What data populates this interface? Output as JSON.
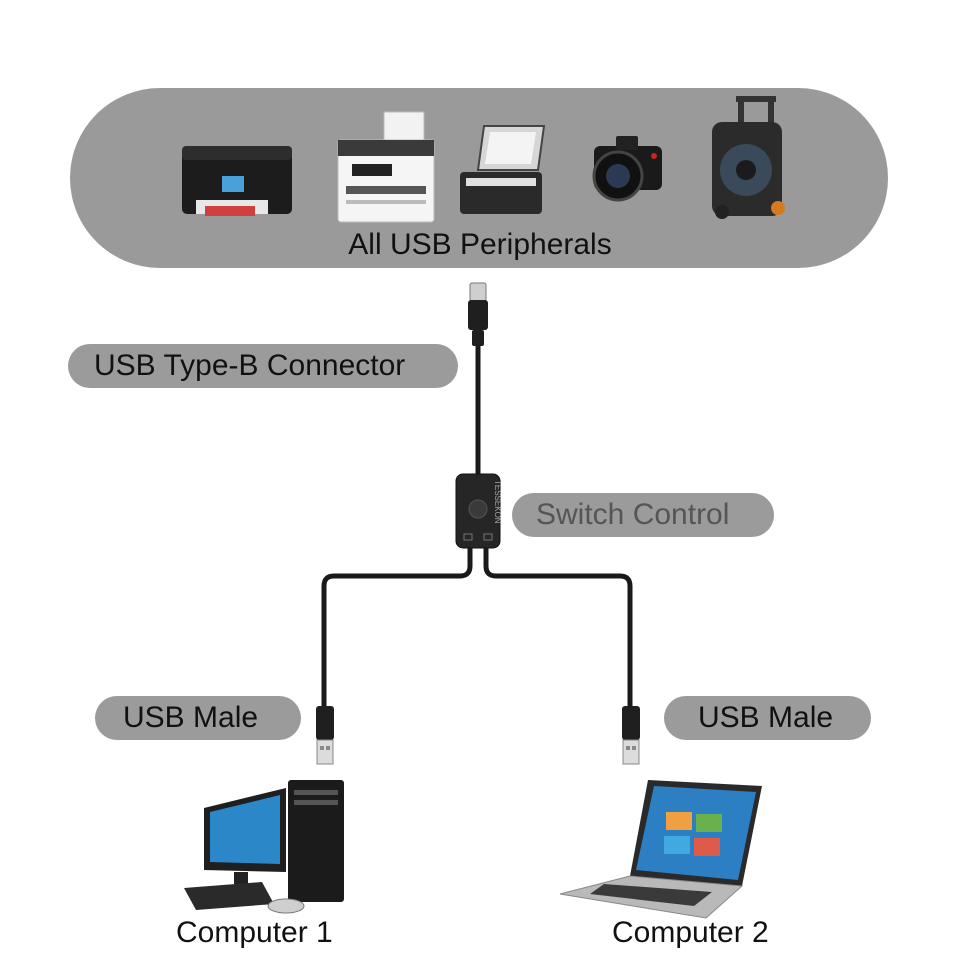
{
  "peripherals": {
    "title": "All USB Peripherals",
    "icons": [
      "inkjet-printer-icon",
      "laser-printer-icon",
      "scanner-icon",
      "camera-icon",
      "speaker-icon"
    ]
  },
  "labels": {
    "connector_b": "USB Type-B Connector",
    "switch": "Switch Control",
    "usb_male_left": "USB Male",
    "usb_male_right": "USB Male"
  },
  "switch_box": {
    "brand": "TESSEKON"
  },
  "computers": {
    "left": "Computer 1",
    "right": "Computer 2"
  }
}
